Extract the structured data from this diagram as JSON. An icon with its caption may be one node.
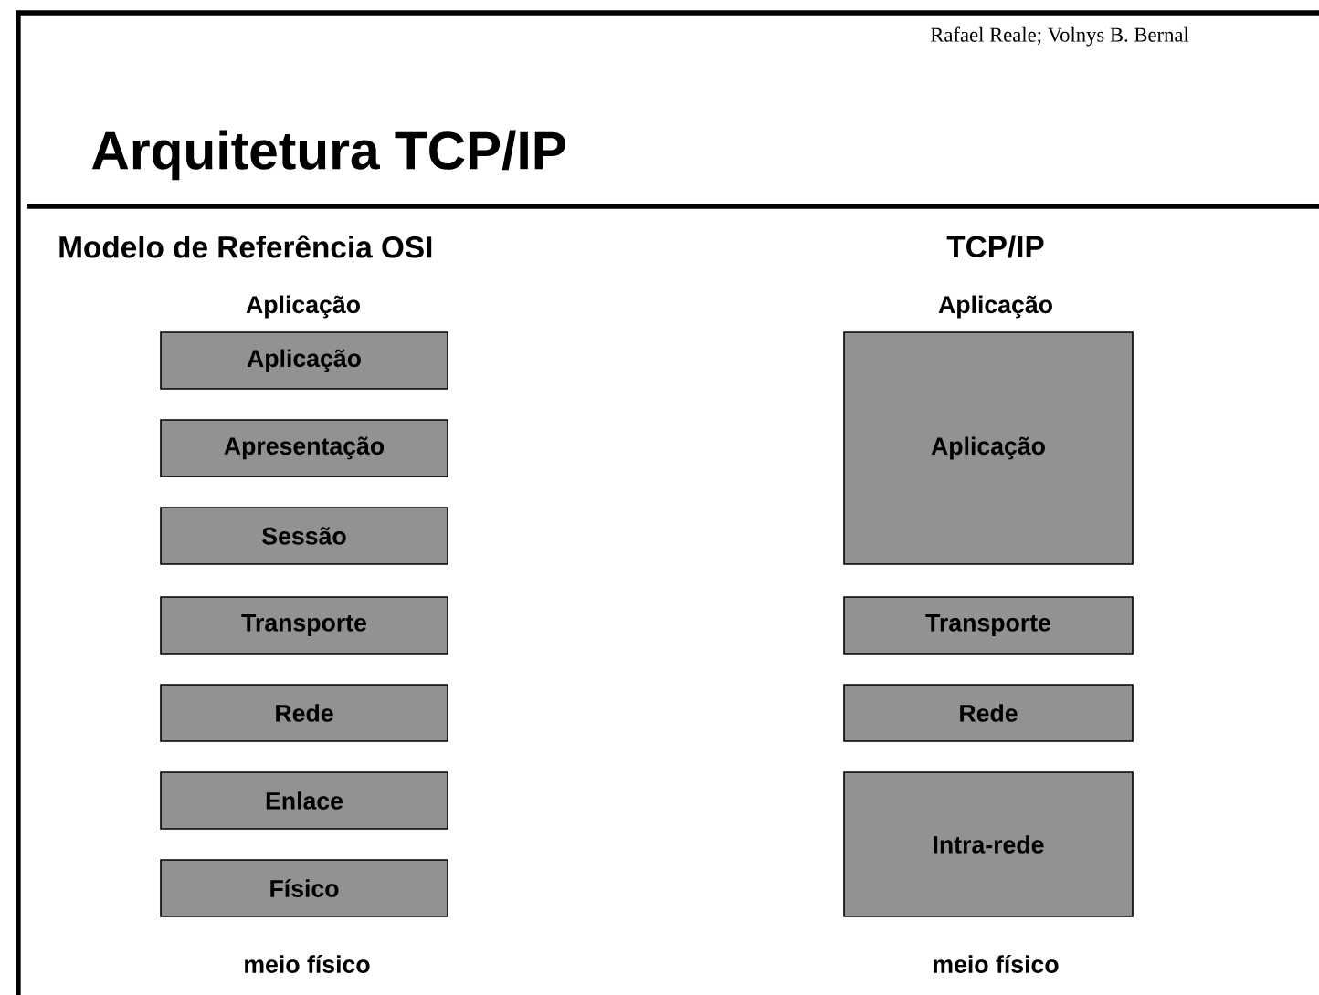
{
  "diagram": {
    "title": "Arquitetura TCP/IP",
    "nodes": [
      {
        "text": [
          "Aplicação"
        ]
      },
      {
        "text": [
          "Apresentação"
        ]
      },
      {
        "text": [
          "Sessão"
        ]
      },
      {
        "text": [
          "Transporte"
        ]
      },
      {
        "text": [
          "Rede"
        ]
      },
      {
        "text": [
          "Enlace"
        ]
      },
      {
        "text": [
          "Físico"
        ]
      },
      {
        "text": [
          "Aplicação"
        ]
      },
      {
        "text": [
          "Transporte"
        ]
      },
      {
        "text": [
          "Rede"
        ]
      },
      {
        "text": [
          "Intra-rede"
        ]
      }
    ],
    "labels": [
      "Rafael Reale; Volnys  B. Bernal",
      "Modelo de Referência OSI",
      "TCP/IP",
      "Aplicação",
      "Aplicação",
      "meio físico",
      "meio físico"
    ]
  }
}
